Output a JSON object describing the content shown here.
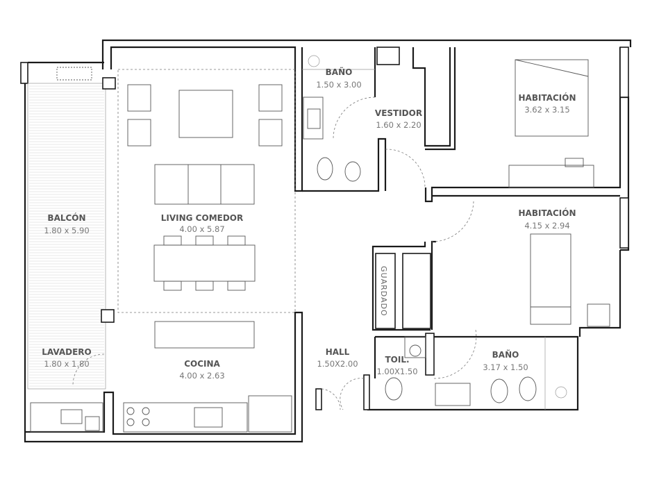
{
  "plan": {
    "rooms": [
      {
        "name": "BAÑO",
        "dims": "1.50 x 3.00"
      },
      {
        "name": "VESTIDOR",
        "dims": "1.60 x 2.20"
      },
      {
        "name": "HABITACIÓN",
        "dims": "3.62 x 3.15"
      },
      {
        "name": "BALCÓN",
        "dims": "1.80 x 5.90"
      },
      {
        "name": "LIVING COMEDOR",
        "dims": "4.00 x 5.87"
      },
      {
        "name": "HABITACIÓN",
        "dims": "4.15 x 2.94"
      },
      {
        "name": "LAVADERO",
        "dims": "1.80 x 1.80"
      },
      {
        "name": "COCINA",
        "dims": "4.00 x 2.63"
      },
      {
        "name": "HALL",
        "dims": "1.50X2.00"
      },
      {
        "name": "TOIL.",
        "dims": "1.00X1.50"
      },
      {
        "name": "BAÑO",
        "dims": "3.17 x 1.50"
      }
    ],
    "guardado_label": "GUARDADO"
  }
}
